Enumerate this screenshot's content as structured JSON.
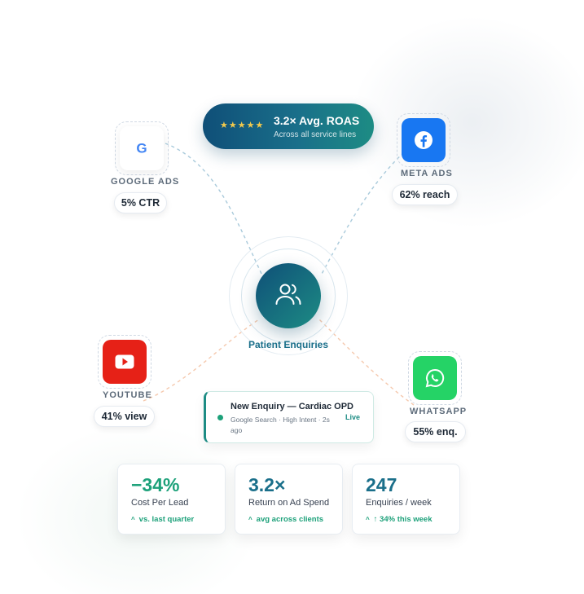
{
  "roas": {
    "stars": "★★★★★",
    "title": "3.2× Avg. ROAS",
    "subtitle": "Across all service lines"
  },
  "platforms": {
    "google": {
      "icon": "google-g-icon",
      "label": "GOOGLE ADS",
      "stat": "5% CTR"
    },
    "meta": {
      "icon": "facebook-icon",
      "label": "META ADS",
      "stat": "62% reach"
    },
    "youtube": {
      "icon": "youtube-play-icon",
      "label": "YOUTUBE",
      "stat": "41% view"
    },
    "whatsapp": {
      "icon": "whatsapp-icon",
      "label": "WHATSAPP",
      "stat": "55% enq."
    }
  },
  "hub": {
    "icon": "users-icon",
    "label": "Patient Enquiries"
  },
  "notification": {
    "title": "New Enquiry — Cardiac OPD",
    "subtitle": "Google Search · High Intent · 2s ago",
    "status": "Live"
  },
  "cards": [
    {
      "value": "−34%",
      "label": "Cost Per Lead",
      "trend": "vs. last quarter",
      "value_color": "#1da17a"
    },
    {
      "value": "3.2×",
      "label": "Return on Ad Spend",
      "trend": "avg across clients",
      "value_color": "#1a6f8a"
    },
    {
      "value": "247",
      "label": "Enquiries / week",
      "trend": "↑ 34% this week",
      "value_color": "#1a6f8a"
    }
  ],
  "colors": {
    "brand_dark": "#0f4f78",
    "brand_teal": "#1d8c84",
    "positive": "#1da17a",
    "connector_blue": "#9fc4d6",
    "connector_orange": "#f3c4a8"
  }
}
